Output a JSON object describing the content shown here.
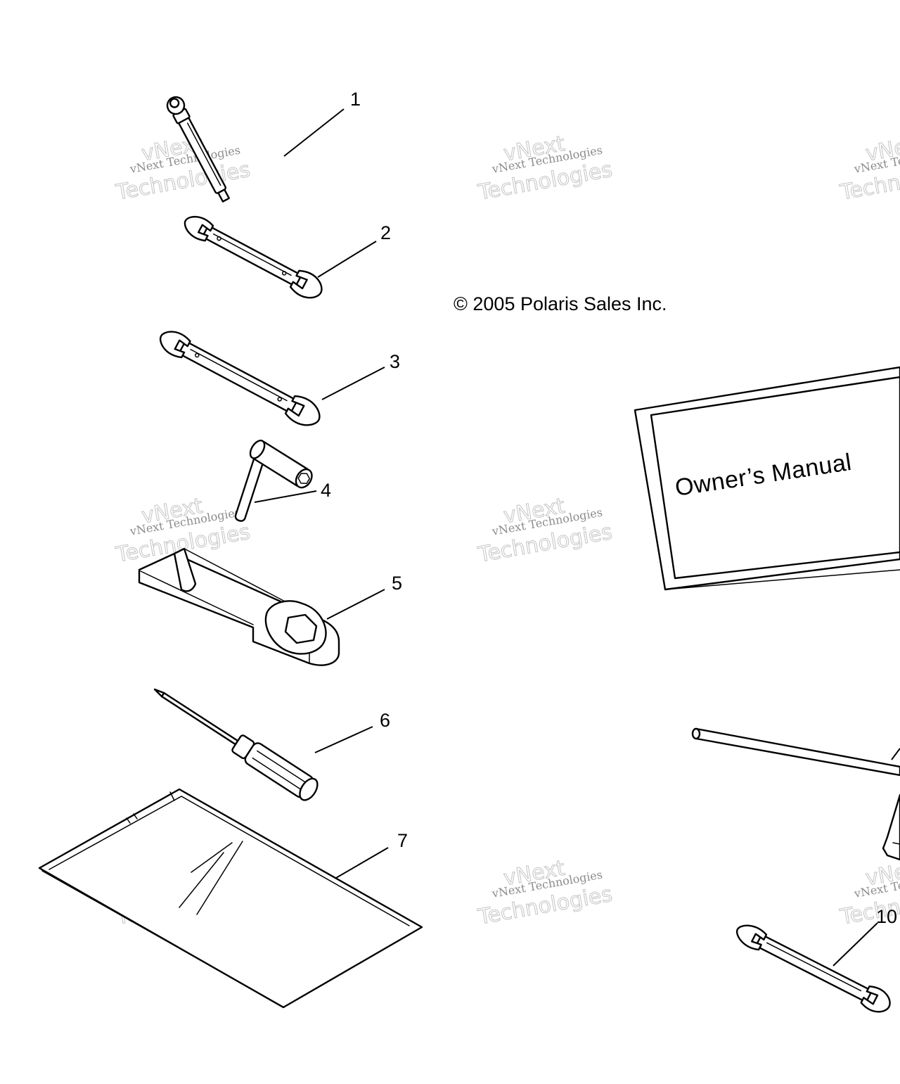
{
  "copyright": "© 2005 Polaris Sales Inc.",
  "manual_title": "Owner’s Manual",
  "watermark": {
    "line1": "vNext Technologies",
    "line2": "Technologies",
    "line3": "vNext"
  },
  "callouts": {
    "c1": "1",
    "c2": "2",
    "c3": "3",
    "c4": "4",
    "c5": "5",
    "c6": "6",
    "c7": "7",
    "c10": "10"
  }
}
